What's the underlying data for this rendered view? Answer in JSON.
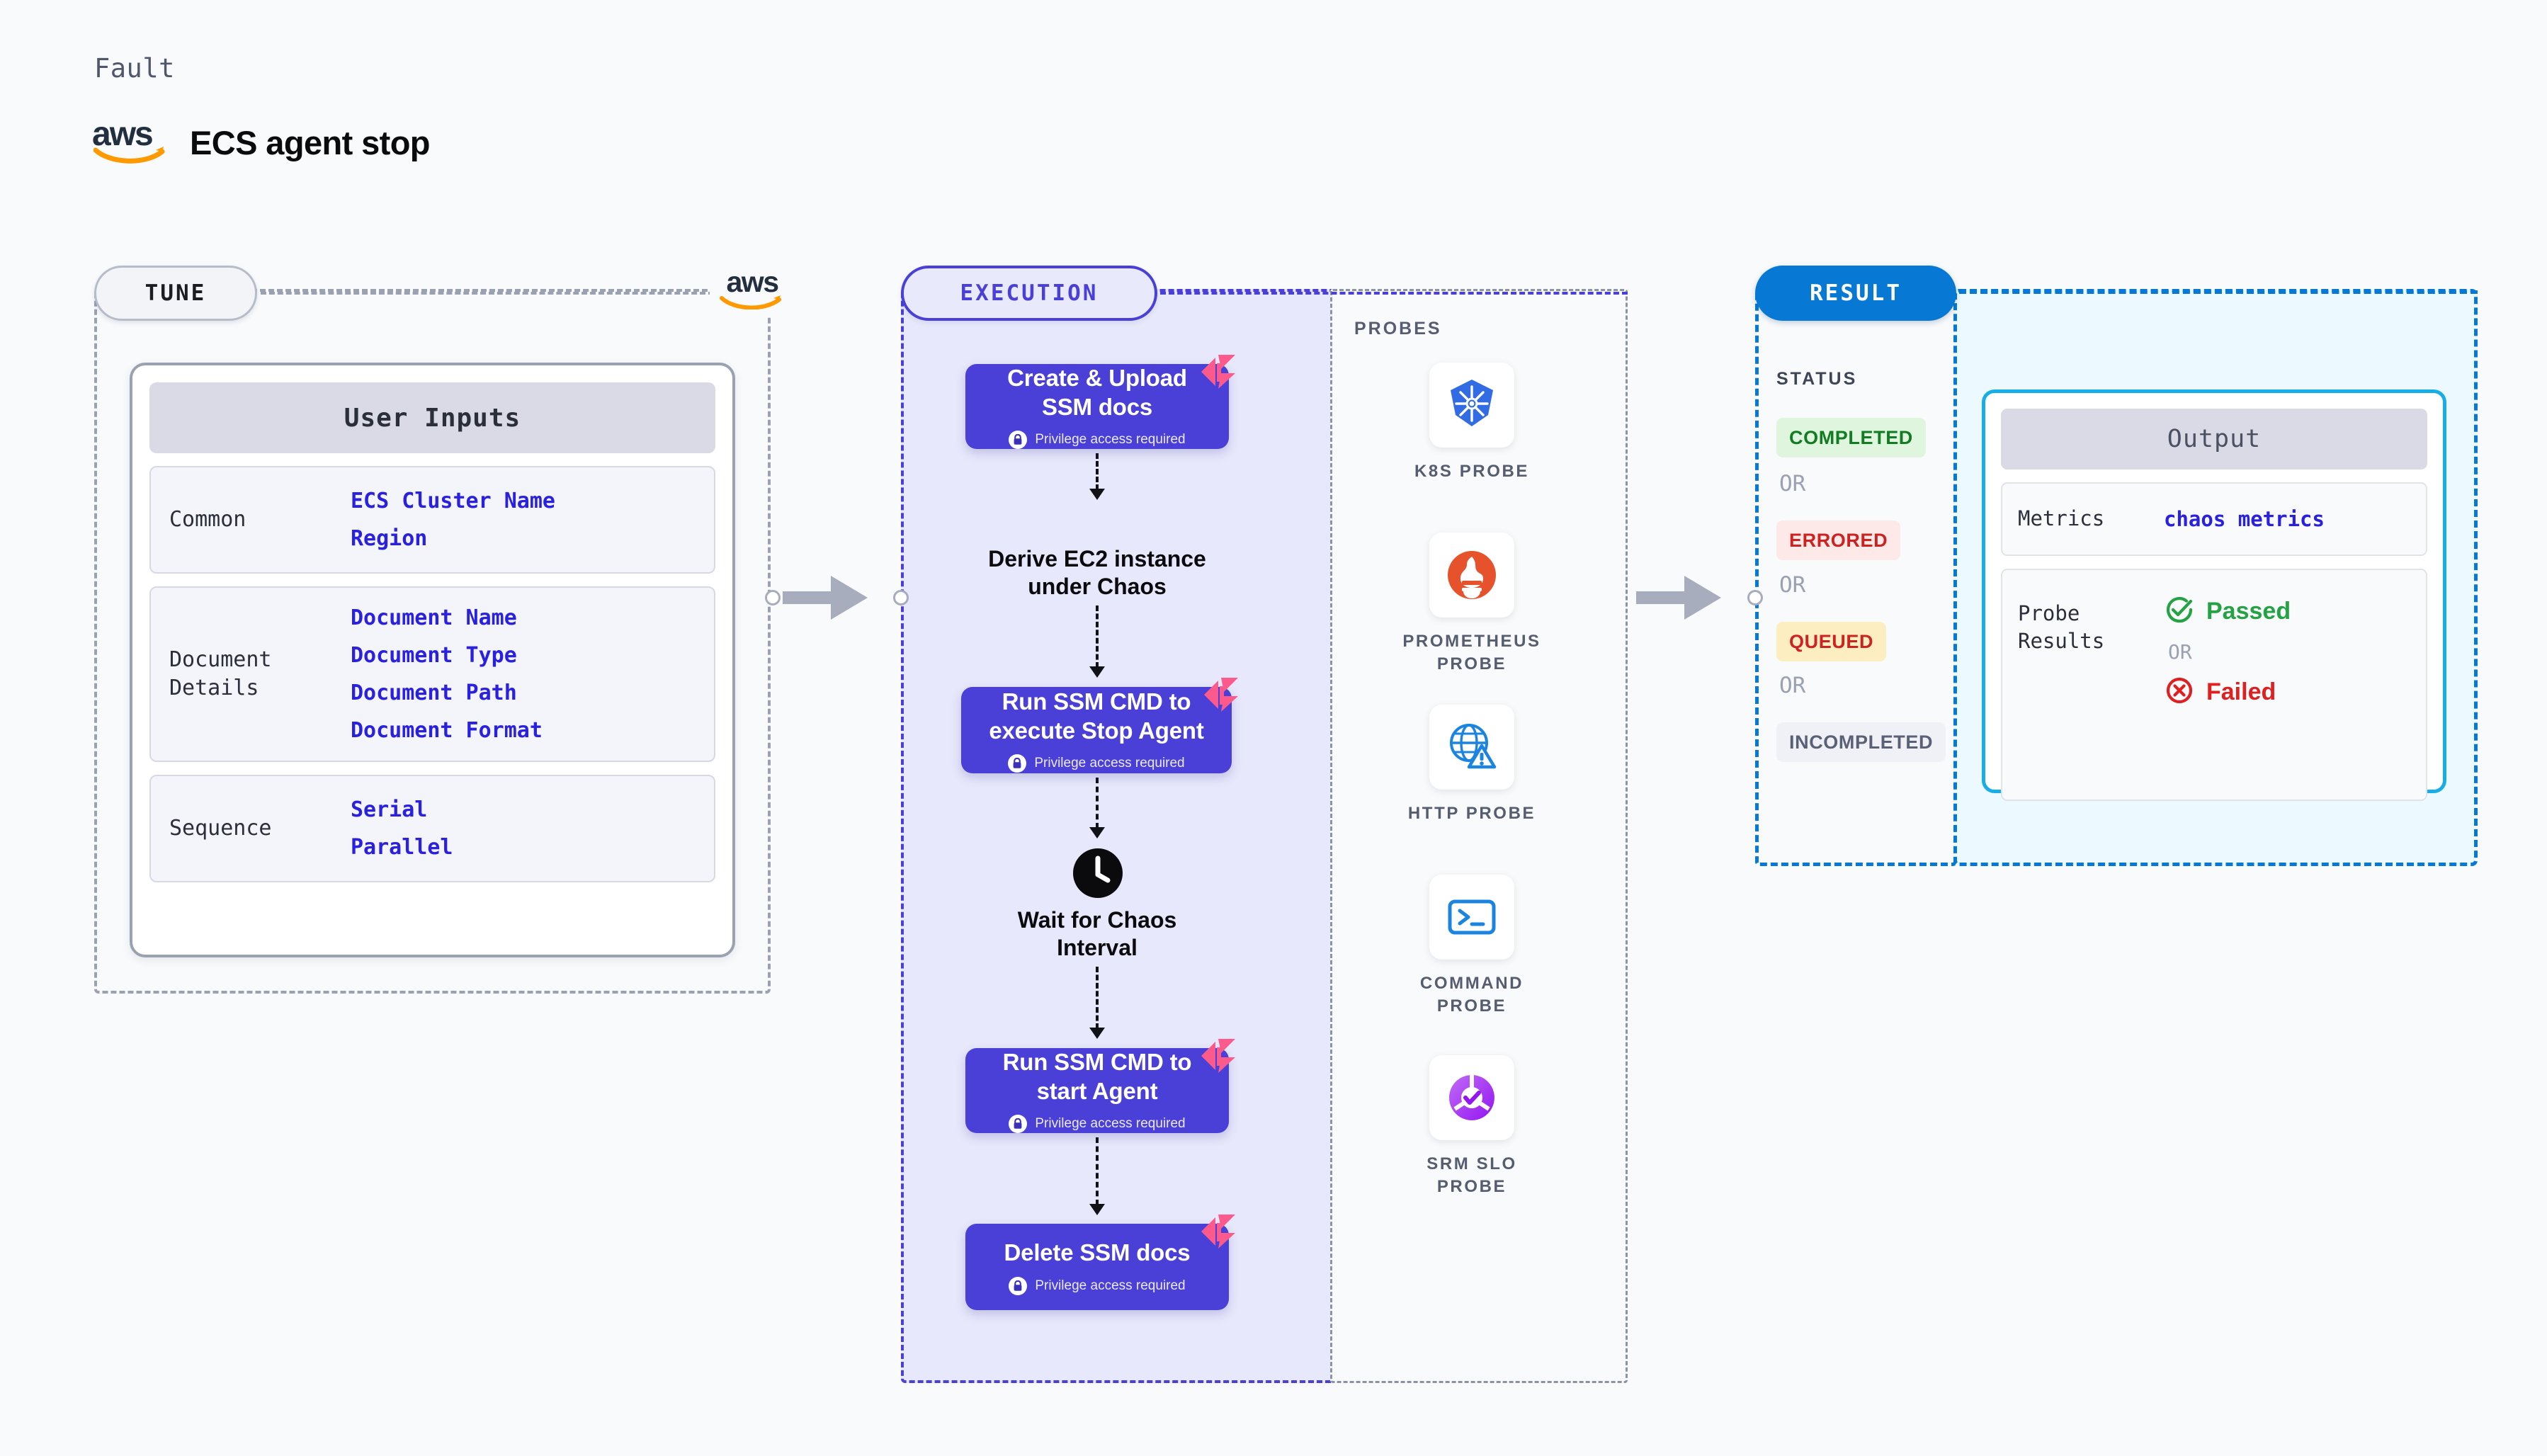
{
  "header": {
    "kicker": "Fault",
    "provider_logo": "aws-logo",
    "provider_text": "aws",
    "title": "ECS agent stop"
  },
  "tune": {
    "badge": "TUNE",
    "provider_mark": "aws",
    "card_title": "User Inputs",
    "groups": [
      {
        "label": "Common",
        "values": [
          "ECS Cluster Name",
          "Region"
        ]
      },
      {
        "label": "Document\nDetails",
        "label_lines": [
          "Document",
          "Details"
        ],
        "values": [
          "Document Name",
          "Document Type",
          "Document Path",
          "Document Format"
        ]
      },
      {
        "label": "Sequence",
        "values": [
          "Serial",
          "Parallel"
        ]
      }
    ]
  },
  "execution": {
    "badge": "EXECUTION",
    "privilege_note": "Privilege access required",
    "steps": [
      {
        "type": "node",
        "title_lines": [
          "Create & Upload",
          "SSM docs"
        ],
        "privileged": true
      },
      {
        "type": "text",
        "title_lines": [
          "Derive EC2 instance",
          "under Chaos"
        ]
      },
      {
        "type": "node",
        "title_lines": [
          "Run SSM CMD to",
          "execute Stop Agent"
        ],
        "privileged": true
      },
      {
        "type": "clock",
        "title_lines": [
          "Wait for Chaos",
          "Interval"
        ]
      },
      {
        "type": "node",
        "title_lines": [
          "Run SSM CMD to",
          "start Agent"
        ],
        "privileged": true
      },
      {
        "type": "node",
        "title_lines": [
          "Delete SSM docs"
        ],
        "privileged": true
      }
    ]
  },
  "probes": {
    "label": "PROBES",
    "items": [
      {
        "icon": "kubernetes-icon",
        "name_lines": [
          "K8S PROBE"
        ]
      },
      {
        "icon": "prometheus-icon",
        "name_lines": [
          "PROMETHEUS",
          "PROBE"
        ]
      },
      {
        "icon": "http-globe-icon",
        "name_lines": [
          "HTTP PROBE"
        ]
      },
      {
        "icon": "command-terminal-icon",
        "name_lines": [
          "COMMAND",
          "PROBE"
        ]
      },
      {
        "icon": "srm-slo-icon",
        "name_lines": [
          "SRM SLO",
          "PROBE"
        ]
      }
    ]
  },
  "result": {
    "badge": "RESULT",
    "status_label": "STATUS",
    "or_label": "OR",
    "statuses": [
      {
        "text": "COMPLETED",
        "color": "#127c23",
        "bg": "#dff5de"
      },
      {
        "text": "ERRORED",
        "color": "#cc2222",
        "bg": "#fde9e7"
      },
      {
        "text": "QUEUED",
        "color": "#cc2222",
        "bg": "#fdeec2"
      },
      {
        "text": "INCOMPLETED",
        "color": "#5a6075",
        "bg": "#f0f1f6"
      }
    ]
  },
  "output": {
    "card_title": "Output",
    "metrics_label": "Metrics",
    "metrics_value": "chaos metrics",
    "probe_results_label_lines": [
      "Probe",
      "Results"
    ],
    "passed_text": "Passed",
    "failed_text": "Failed",
    "or_label": "OR"
  },
  "colors": {
    "purple": "#4a3fd6",
    "pink": "#fc5a8d",
    "blue": "#0779d4",
    "cyan": "#17aee8",
    "green": "#25a244",
    "red": "#e02020",
    "gray": "#9aa1b0"
  }
}
